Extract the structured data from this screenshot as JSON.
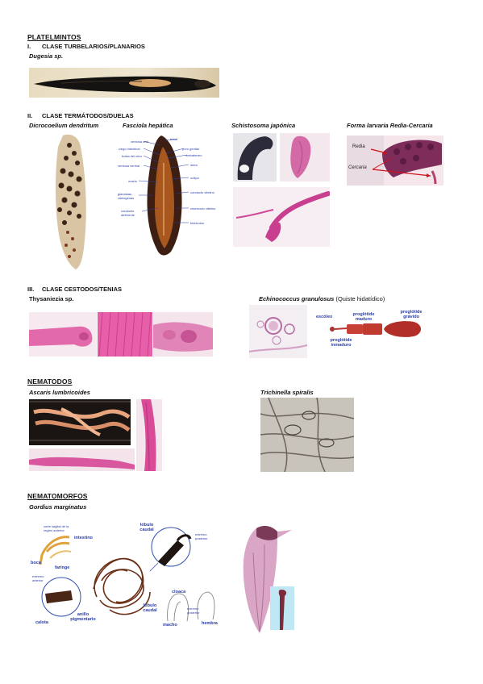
{
  "sections": {
    "platelmintos": {
      "title": "PLATELMINTOS",
      "turbelarios": {
        "num": "I.",
        "title": "CLASE TURBELARIOS/PLANARIOS",
        "species": "Dugesia sp."
      }
    },
    "trematodos": {
      "num": "II.",
      "title": "CLASE TERMÁTODOS/DUELAS",
      "species": [
        "Dicrocoelium dendritum",
        "Fasciola hepática",
        "Schistosoma japónica",
        "Forma larvaria Redia-Cercaria"
      ],
      "fasciola_labels": {
        "left": [
          "ventosa oral",
          "ciego intestinal",
          "bolsa del cirro",
          "ventosa ventral",
          "ovario",
          "glándulas vitelógenas",
          "conducto deferente"
        ],
        "right": [
          "boca",
          "poro genital",
          "metratermo",
          "útero",
          "ootipo",
          "conducto vitelino",
          "reservorio vitelino",
          "testículos"
        ]
      },
      "redia_labels": {
        "redia": "Redia",
        "cercaria": "Cercaria"
      }
    },
    "cestodos": {
      "num": "III.",
      "title": "CLASE CESTODOS/TENIAS",
      "species_left": "Thysaniezia sp.",
      "species_right_italic": "Echinococcus granulosus",
      "species_right_plain": " (Quiste hidatídico)",
      "echino_labels": {
        "escolex": "escólex",
        "maduro": "proglótide maduro",
        "gravido": "proglótide grávido",
        "inmaduro": "proglótide inmaduro"
      }
    },
    "nematodos": {
      "title": "NEMATODOS",
      "species_left": "Ascaris lumbricoides",
      "species_right": "Trichinella spiralis"
    },
    "nematomorfos": {
      "title": "NEMATOMORFOS",
      "species": "Gordius marginatus",
      "labels": {
        "corte": "corte sagital de la región anterior",
        "intestino": "intestino",
        "boca": "boca",
        "faringe": "faringe",
        "extremo_anterior": "extremo anterior",
        "calota": "calota",
        "anillo": "anillo pigmentario",
        "lobulo_caudal_top": "lóbulo caudal",
        "extremo_posterior_top": "extremo posterior",
        "lobulo_caudal_bottom": "lóbulo caudal",
        "cloaca": "cloaca",
        "extremo_posterior_bottom": "extremo posterior",
        "macho": "macho",
        "hembra": "hembra"
      }
    }
  },
  "colors": {
    "stain_pink": "#d04a98",
    "label_blue": "#2a3da8",
    "arrow_red": "#d0101a"
  }
}
